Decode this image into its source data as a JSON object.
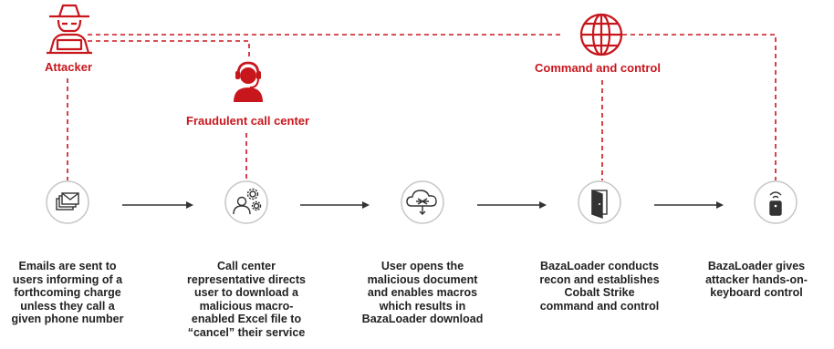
{
  "actors": {
    "attacker": "Attacker",
    "call_center": "Fraudulent call center",
    "c2": "Command and control"
  },
  "steps": [
    {
      "icon": "email-icon",
      "text": "Emails are sent to\nusers informing of a\nforthcoming charge\nunless they call a\ngiven phone number"
    },
    {
      "icon": "call-center-representative-icon",
      "text": "Call center\nrepresentative directs\nuser to download a\nmalicious macro-\nenabled Excel file to\n“cancel” their service"
    },
    {
      "icon": "cloud-download-icon",
      "text": "User opens the\nmalicious document\nand enables macros\nwhich results in\nBazaLoader download"
    },
    {
      "icon": "door-icon",
      "text": "BazaLoader conducts\nrecon and establishes\nCobalt Strike\ncommand and control"
    },
    {
      "icon": "keyboard-control-icon",
      "text": "BazaLoader gives\nattacker hands-on-\nkeyboard control"
    }
  ],
  "colors": {
    "accent": "#c8161d",
    "icon_stroke": "#333333",
    "circle_border": "#c7c7c7",
    "text": "#222222"
  }
}
